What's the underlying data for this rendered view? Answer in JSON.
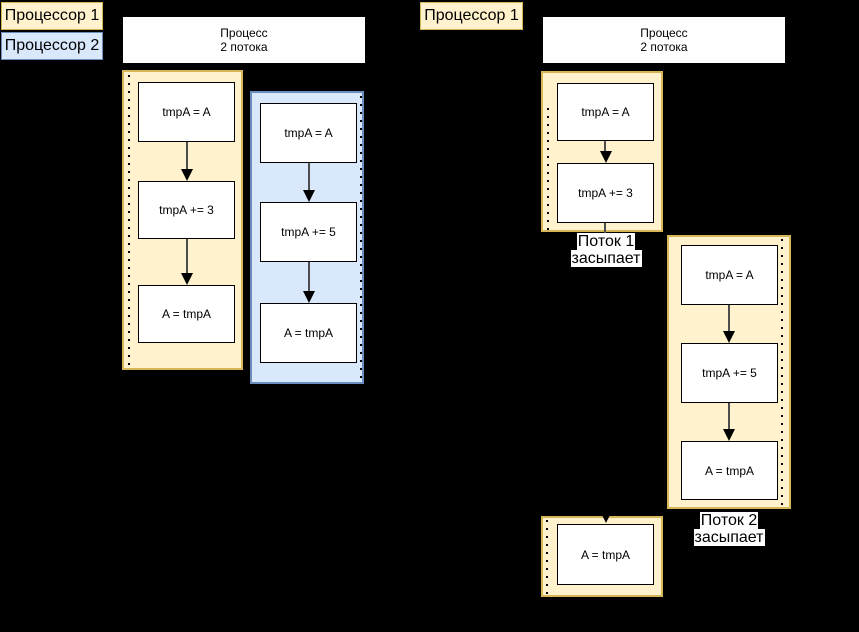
{
  "colors": {
    "processor1_fill": "#FFF2CC",
    "processor1_border": "#D6B656",
    "processor2_fill": "#DAE8FC",
    "processor2_border": "#6C8EBF",
    "step_fill": "#FFFFFF",
    "line_color": "#000000"
  },
  "left_diagram": {
    "legend_processor1": "Процессор 1",
    "legend_processor2": "Процессор 2",
    "process_box": {
      "line1": "Процесс",
      "line2": "2 потока"
    },
    "thread1": {
      "steps": [
        "tmpA = A",
        "tmpA += 3",
        "A = tmpA"
      ]
    },
    "thread2": {
      "steps": [
        "tmpA = A",
        "tmpA += 5",
        "A = tmpA"
      ]
    }
  },
  "right_diagram": {
    "legend_processor1": "Процессор 1",
    "process_box": {
      "line1": "Процесс",
      "line2": "2 потока"
    },
    "phase1": {
      "steps": [
        "tmpA = A",
        "tmpA += 3"
      ]
    },
    "sleep_label1": {
      "line1": "Поток 1",
      "line2": "засыпает"
    },
    "phase2": {
      "steps": [
        "tmpA = A",
        "tmpA += 5",
        "A = tmpA"
      ]
    },
    "sleep_label2": {
      "line1": "Поток 2",
      "line2": "засыпает"
    },
    "phase3": {
      "steps": [
        "A = tmpA"
      ]
    }
  }
}
